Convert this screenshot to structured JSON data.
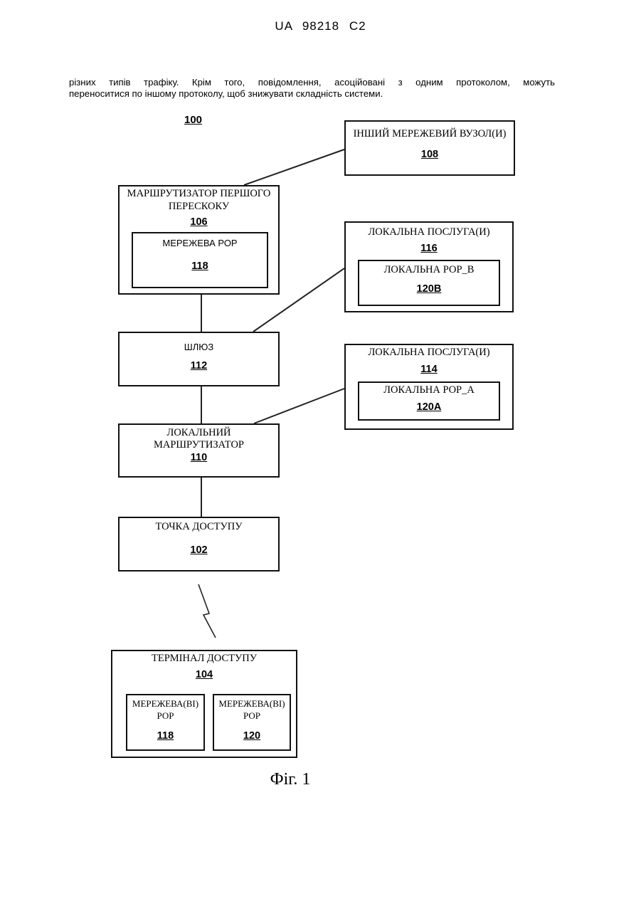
{
  "header": {
    "text": "UA   98218   C2"
  },
  "intro": {
    "line1": "різних типів трафіку. Крім того, повідомлення, асоційовані з одним протоколом, можуть",
    "line2": "переноситися по іншому протоколу, щоб знижувати складність системи."
  },
  "diagram": {
    "ref": "100",
    "other_node": {
      "label": "ІНШИЙ МЕРЕЖЕВИЙ ВУЗОЛ(И)",
      "ref": "108"
    },
    "first_hop_router": {
      "label_line1": "МАРШРУТИЗАТОР ПЕРШОГО",
      "label_line2": "ПЕРЕСКОКУ",
      "ref": "106",
      "network_pop": {
        "label": "МЕРЕЖЕВА РОР",
        "ref": "118"
      }
    },
    "local_service_116": {
      "label": "ЛОКАЛЬНА ПОСЛУГА(И)",
      "ref": "116",
      "pop": {
        "label": "ЛОКАЛЬНА РОР_В",
        "ref": "120В"
      }
    },
    "gateway": {
      "label": "ШЛЮЗ",
      "ref": "112"
    },
    "local_service_114": {
      "label": "ЛОКАЛЬНА ПОСЛУГА(И)",
      "ref": "114",
      "pop": {
        "label": "ЛОКАЛЬНА РОР_А",
        "ref": "120А"
      }
    },
    "local_router": {
      "label_line1": "ЛОКАЛЬНИЙ",
      "label_line2": "МАРШРУТИЗАТОР",
      "ref": "110"
    },
    "access_point": {
      "label": "ТОЧКА ДОСТУПУ",
      "ref": "102"
    },
    "access_terminal": {
      "label": "ТЕРМІНАЛ ДОСТУПУ",
      "ref": "104",
      "pop_left": {
        "label_line1": "МЕРЕЖЕВА(ВІ)",
        "label_line2": "РОР",
        "ref": "118"
      },
      "pop_right": {
        "label_line1": "МЕРЕЖЕВА(ВІ)",
        "label_line2": "РОР",
        "ref": "120"
      }
    },
    "caption": "Фіг. 1"
  }
}
